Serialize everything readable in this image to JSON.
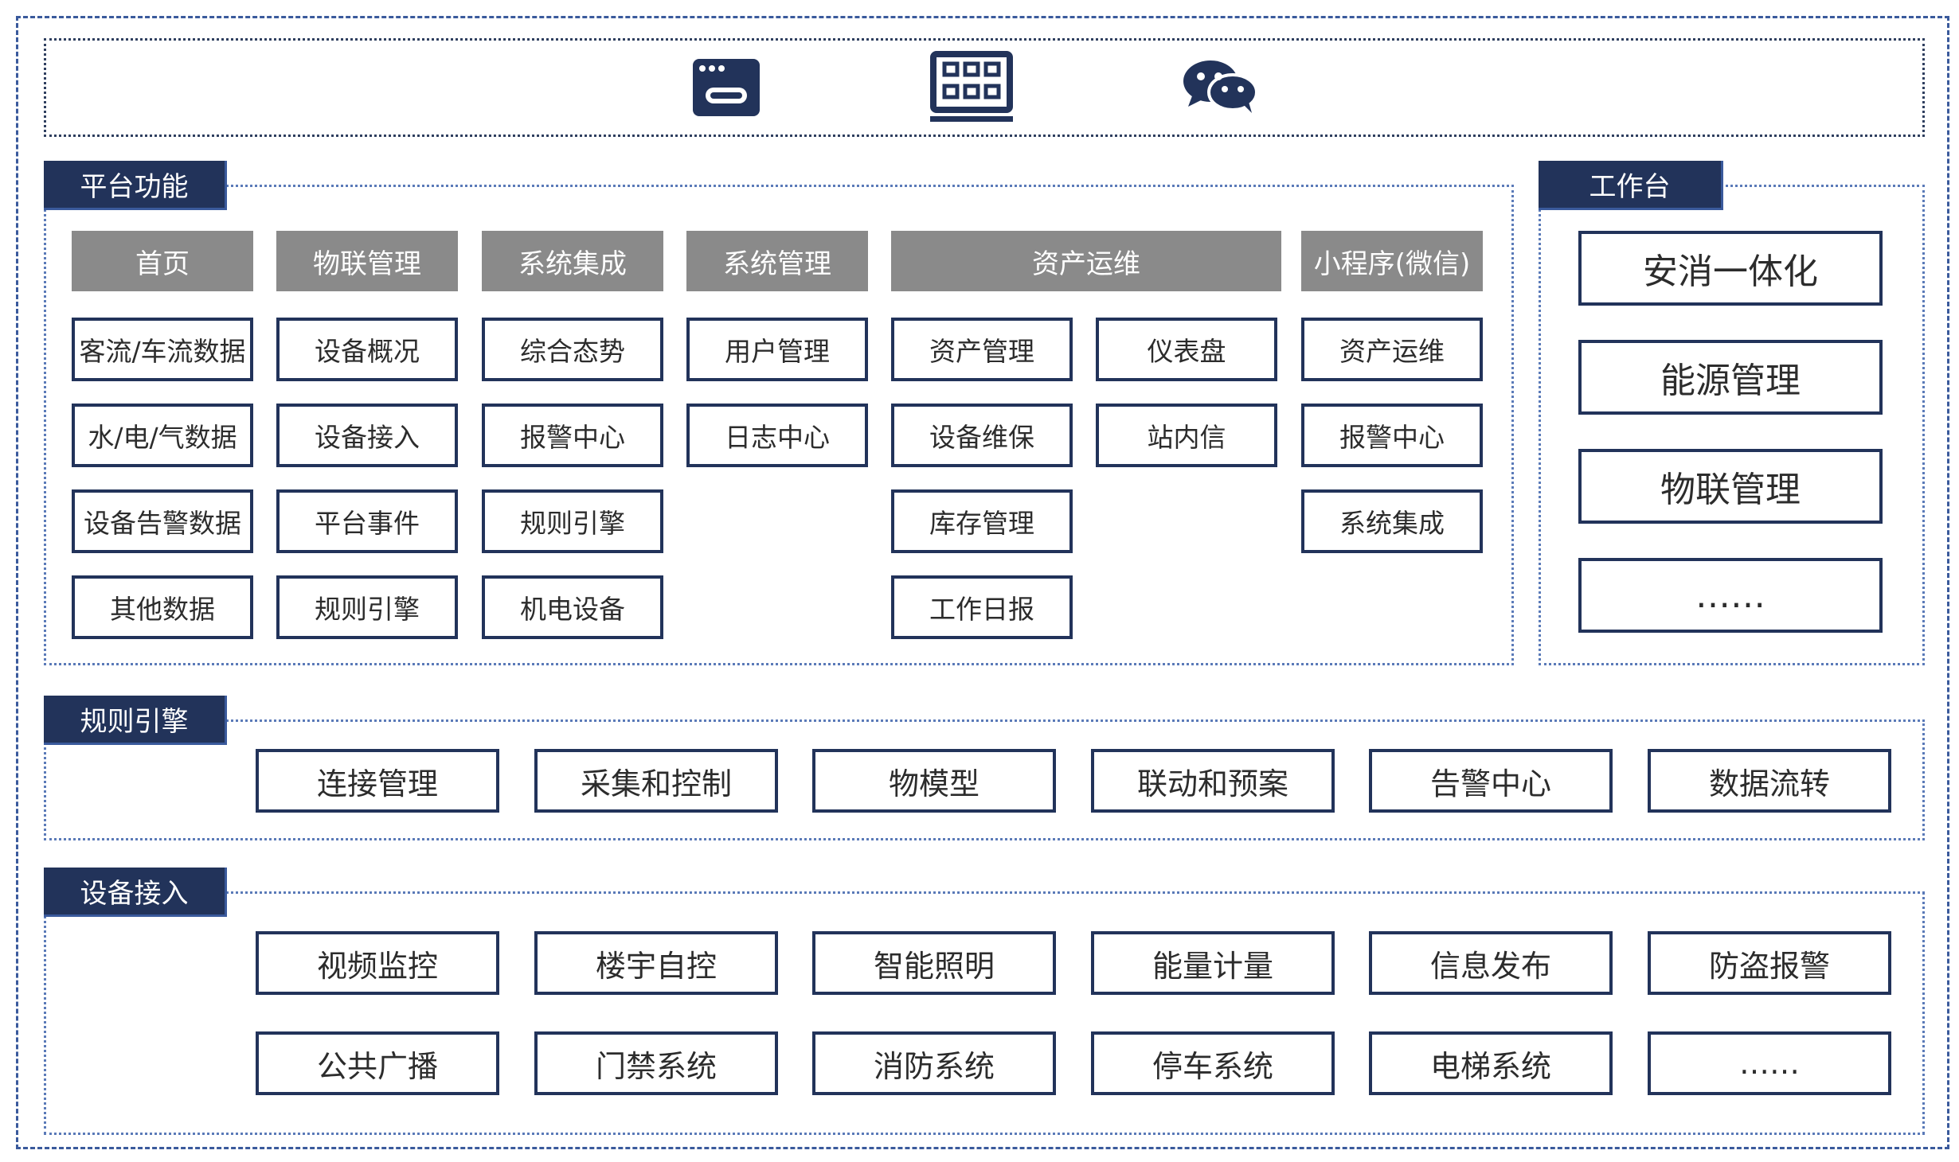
{
  "top_icons": [
    "browser-icon",
    "app-grid-icon",
    "wechat-icon"
  ],
  "platform": {
    "title": "平台功能",
    "headers": [
      "首页",
      "物联管理",
      "系统集成",
      "系统管理",
      "资产运维",
      "小程序(微信)"
    ],
    "col_home": [
      "客流/车流数据",
      "水/电/气数据",
      "设备告警数据",
      "其他数据"
    ],
    "col_iot": [
      "设备概况",
      "设备接入",
      "平台事件",
      "规则引擎"
    ],
    "col_integration": [
      "综合态势",
      "报警中心",
      "规则引擎",
      "机电设备"
    ],
    "col_system": [
      "用户管理",
      "日志中心"
    ],
    "col_asset_a": [
      "资产管理",
      "设备维保",
      "库存管理",
      "工作日报"
    ],
    "col_asset_b": [
      "仪表盘",
      "站内信"
    ],
    "col_mini": [
      "资产运维",
      "报警中心",
      "系统集成"
    ]
  },
  "workbench": {
    "title": "工作台",
    "items": [
      "安消一体化",
      "能源管理",
      "物联管理",
      "……"
    ]
  },
  "rules": {
    "title": "规则引擎",
    "items": [
      "连接管理",
      "采集和控制",
      "物模型",
      "联动和预案",
      "告警中心",
      "数据流转"
    ]
  },
  "devices": {
    "title": "设备接入",
    "row1": [
      "视频监控",
      "楼宇自控",
      "智能照明",
      "能量计量",
      "信息发布",
      "防盗报警"
    ],
    "row2": [
      "公共广播",
      "门禁系统",
      "消防系统",
      "停车系统",
      "电梯系统",
      "……"
    ]
  },
  "colors": {
    "navy": "#22335a",
    "header_gray": "#8a8a8a",
    "dash_blue": "#3a5a9c"
  }
}
